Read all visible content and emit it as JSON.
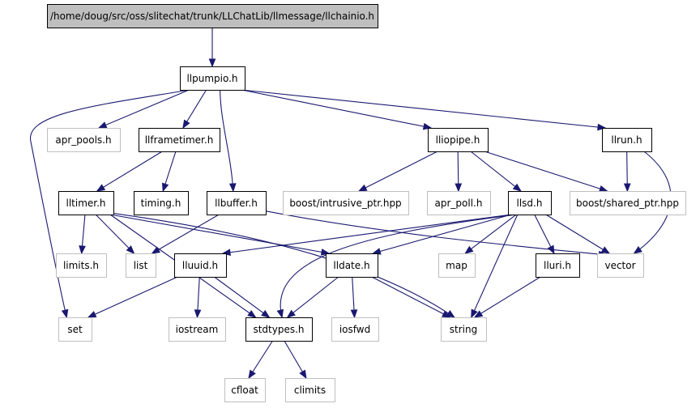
{
  "diagram": {
    "title": "/home/doug/src/oss/slitechat/trunk/LLChatLib/llmessage/llchainio.h",
    "colors": {
      "edge": "#191970",
      "root_fill": "#bfbfbf",
      "project_border": "#000000",
      "system_border": "#bfbfbf",
      "background": "#ffffff"
    },
    "nodes": [
      {
        "id": "root",
        "label": "/home/doug/src/oss/slitechat/trunk/LLChatLib/llmessage/llchainio.h",
        "kind": "root"
      },
      {
        "id": "llpumpio",
        "label": "llpumpio.h",
        "kind": "project"
      },
      {
        "id": "apr_pools",
        "label": "apr_pools.h",
        "kind": "system"
      },
      {
        "id": "llframetimer",
        "label": "llframetimer.h",
        "kind": "project"
      },
      {
        "id": "lliopipe",
        "label": "lliopipe.h",
        "kind": "project"
      },
      {
        "id": "llrun",
        "label": "llrun.h",
        "kind": "project"
      },
      {
        "id": "lltimer",
        "label": "lltimer.h",
        "kind": "project"
      },
      {
        "id": "timing",
        "label": "timing.h",
        "kind": "project"
      },
      {
        "id": "llbuffer",
        "label": "llbuffer.h",
        "kind": "project"
      },
      {
        "id": "boost_intrusive",
        "label": "boost/intrusive_ptr.hpp",
        "kind": "system"
      },
      {
        "id": "apr_poll",
        "label": "apr_poll.h",
        "kind": "system"
      },
      {
        "id": "llsd",
        "label": "llsd.h",
        "kind": "project"
      },
      {
        "id": "boost_shared",
        "label": "boost/shared_ptr.hpp",
        "kind": "system"
      },
      {
        "id": "limits",
        "label": "limits.h",
        "kind": "system"
      },
      {
        "id": "list",
        "label": "list",
        "kind": "system"
      },
      {
        "id": "lluuid",
        "label": "lluuid.h",
        "kind": "project"
      },
      {
        "id": "lldate",
        "label": "lldate.h",
        "kind": "project"
      },
      {
        "id": "map",
        "label": "map",
        "kind": "system"
      },
      {
        "id": "lluri",
        "label": "lluri.h",
        "kind": "project"
      },
      {
        "id": "vector",
        "label": "vector",
        "kind": "system"
      },
      {
        "id": "set",
        "label": "set",
        "kind": "system"
      },
      {
        "id": "iostream",
        "label": "iostream",
        "kind": "system"
      },
      {
        "id": "stdtypes",
        "label": "stdtypes.h",
        "kind": "project"
      },
      {
        "id": "iosfwd",
        "label": "iosfwd",
        "kind": "system"
      },
      {
        "id": "string",
        "label": "string",
        "kind": "system"
      },
      {
        "id": "cfloat",
        "label": "cfloat",
        "kind": "system"
      },
      {
        "id": "climits",
        "label": "climits",
        "kind": "system"
      }
    ],
    "edges": [
      {
        "from": "root",
        "to": "llpumpio"
      },
      {
        "from": "llpumpio",
        "to": "apr_pools"
      },
      {
        "from": "llpumpio",
        "to": "llframetimer"
      },
      {
        "from": "llpumpio",
        "to": "llbuffer"
      },
      {
        "from": "llpumpio",
        "to": "lliopipe"
      },
      {
        "from": "llpumpio",
        "to": "llrun"
      },
      {
        "from": "llpumpio",
        "to": "set"
      },
      {
        "from": "llframetimer",
        "to": "lltimer"
      },
      {
        "from": "llframetimer",
        "to": "timing"
      },
      {
        "from": "lliopipe",
        "to": "boost_intrusive"
      },
      {
        "from": "lliopipe",
        "to": "apr_poll"
      },
      {
        "from": "lliopipe",
        "to": "llsd"
      },
      {
        "from": "lliopipe",
        "to": "boost_shared"
      },
      {
        "from": "llrun",
        "to": "boost_shared"
      },
      {
        "from": "llrun",
        "to": "vector"
      },
      {
        "from": "lltimer",
        "to": "limits"
      },
      {
        "from": "lltimer",
        "to": "list"
      },
      {
        "from": "lltimer",
        "to": "stdtypes"
      },
      {
        "from": "lltimer",
        "to": "lldate"
      },
      {
        "from": "lltimer",
        "to": "string"
      },
      {
        "from": "llbuffer",
        "to": "list"
      },
      {
        "from": "llbuffer",
        "to": "vector"
      },
      {
        "from": "llsd",
        "to": "lluuid"
      },
      {
        "from": "llsd",
        "to": "lldate"
      },
      {
        "from": "llsd",
        "to": "map"
      },
      {
        "from": "llsd",
        "to": "lluri"
      },
      {
        "from": "llsd",
        "to": "vector"
      },
      {
        "from": "llsd",
        "to": "string"
      },
      {
        "from": "llsd",
        "to": "stdtypes"
      },
      {
        "from": "lluuid",
        "to": "set"
      },
      {
        "from": "lluuid",
        "to": "iostream"
      },
      {
        "from": "lluuid",
        "to": "stdtypes"
      },
      {
        "from": "lldate",
        "to": "stdtypes"
      },
      {
        "from": "lldate",
        "to": "iosfwd"
      },
      {
        "from": "lldate",
        "to": "string"
      },
      {
        "from": "lluri",
        "to": "string"
      },
      {
        "from": "stdtypes",
        "to": "cfloat"
      },
      {
        "from": "stdtypes",
        "to": "climits"
      }
    ]
  }
}
